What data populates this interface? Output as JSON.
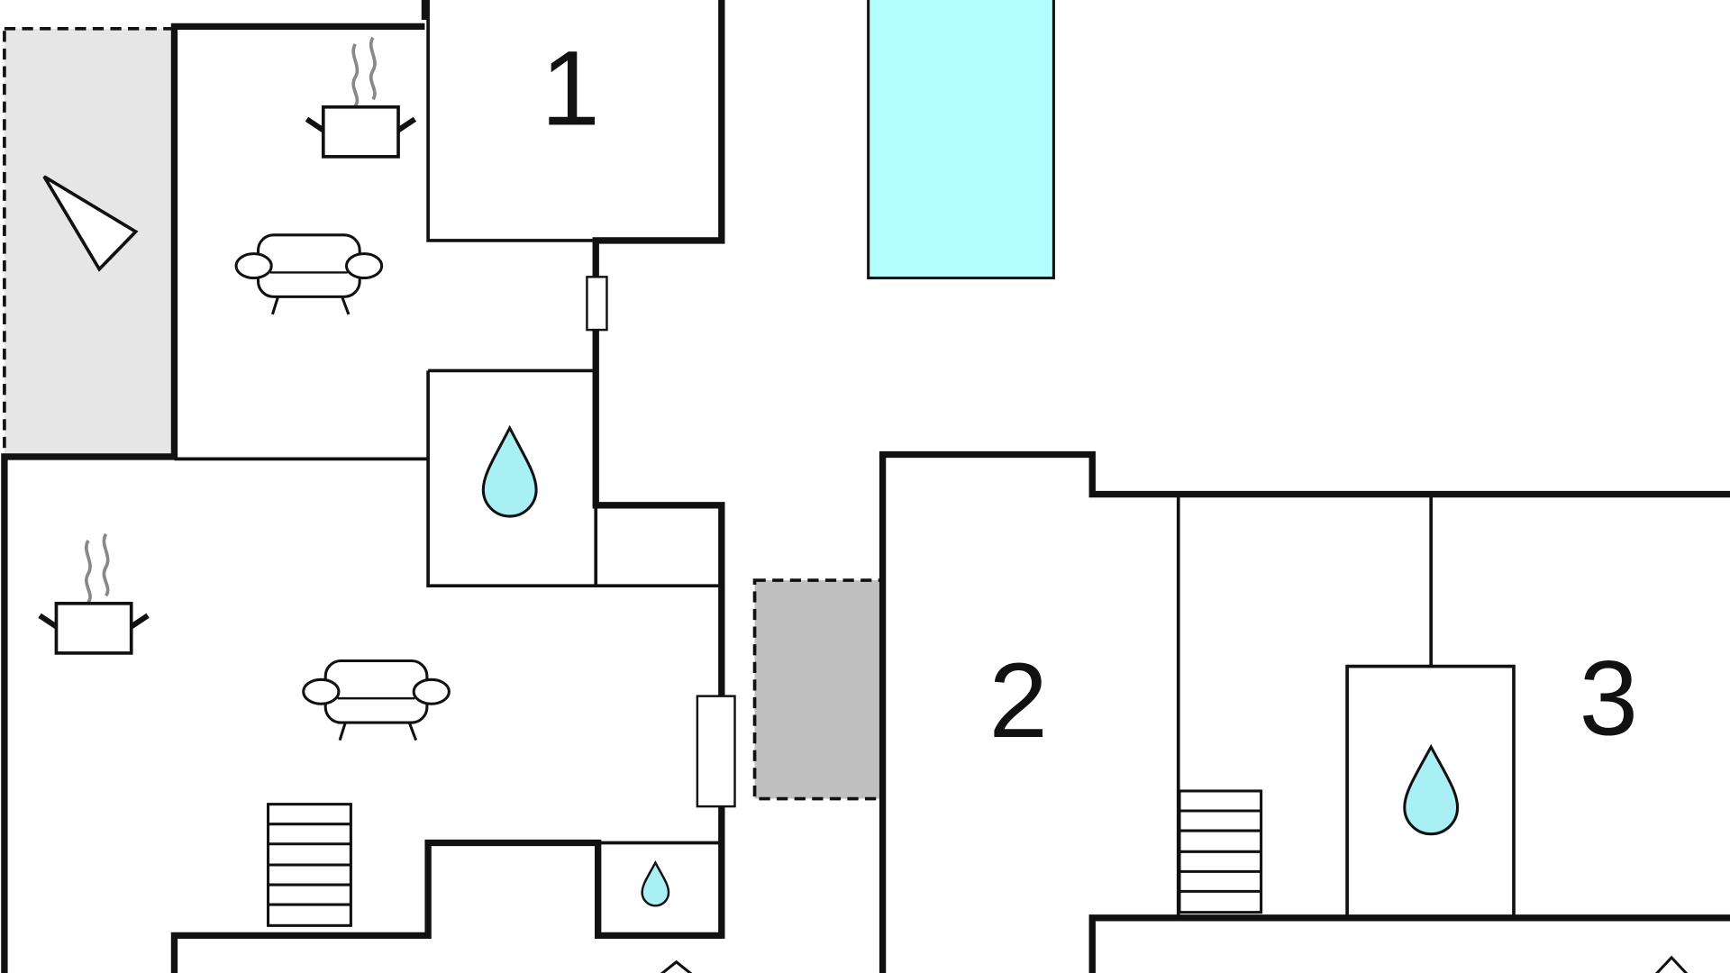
{
  "floorplan": {
    "room_numbers": [
      "1",
      "2",
      "3"
    ],
    "colors": {
      "wall": "#111111",
      "pool": "#b3fefe",
      "water": "#a8f0f4",
      "terrace": "#e6e6e6",
      "carport": "#c0c0c0"
    },
    "icons": [
      "kitchen-pot-icon",
      "sofa-icon",
      "water-drop-icon",
      "stairs-icon",
      "pool-icon",
      "entrance-arrow-icon"
    ]
  }
}
